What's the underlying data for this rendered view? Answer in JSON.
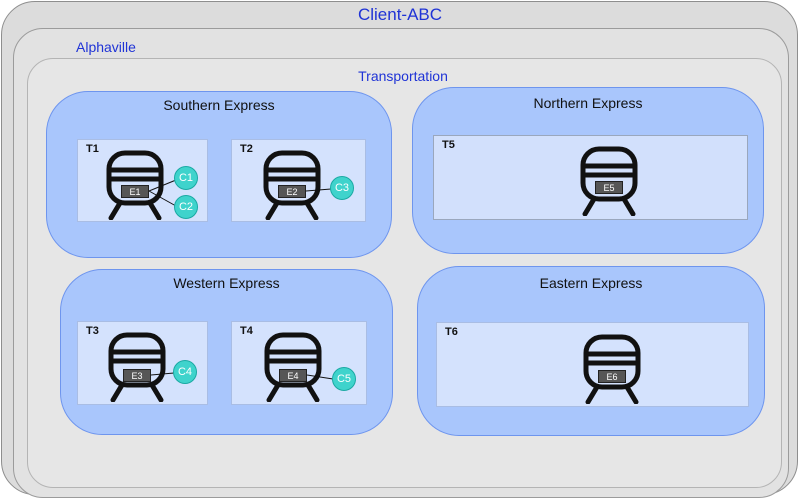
{
  "client": {
    "name": "Client-ABC"
  },
  "site": {
    "name": "Alphaville"
  },
  "division": {
    "name": "Transportation"
  },
  "groups": [
    {
      "name": "Southern Express",
      "trains": [
        {
          "label": "T1",
          "engine": "E1",
          "cars": [
            "C1",
            "C2"
          ]
        },
        {
          "label": "T2",
          "engine": "E2",
          "cars": [
            "C3"
          ]
        }
      ]
    },
    {
      "name": "Northern Express",
      "trains": [
        {
          "label": "T5",
          "engine": "E5",
          "cars": []
        }
      ]
    },
    {
      "name": "Western Express",
      "trains": [
        {
          "label": "T3",
          "engine": "E3",
          "cars": [
            "C4"
          ]
        },
        {
          "label": "T4",
          "engine": "E4",
          "cars": [
            "C5"
          ]
        }
      ]
    },
    {
      "name": "Eastern Express",
      "trains": [
        {
          "label": "T6",
          "engine": "E6",
          "cars": []
        }
      ]
    }
  ],
  "icons": {
    "train": "train-icon"
  },
  "colors": {
    "title_text": "#1f33d6",
    "group_fill": "#a9c6fc",
    "train_box_fill": "#d4e2fd",
    "car_bubble": "#3fd3cc",
    "engine_tag": "#565656"
  }
}
